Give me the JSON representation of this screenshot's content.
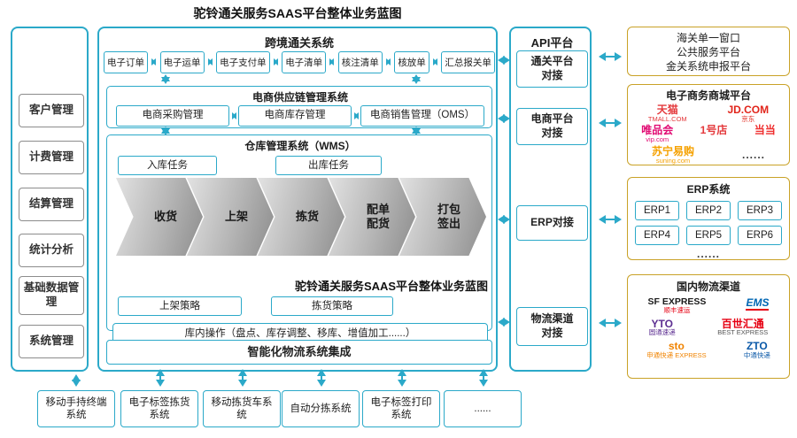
{
  "page": {
    "title": "驼铃通关服务SAAS平台整体业务蓝图",
    "watermark": "驼铃通关服务SAAS平台整体业务蓝图"
  },
  "colors": {
    "teal": "#2ba9c9",
    "gold": "#c9a227"
  },
  "sidebar": {
    "items": [
      "客户管理",
      "计费管理",
      "结算管理",
      "统计分析",
      "基础数据管理",
      "系统管理"
    ]
  },
  "customs": {
    "title": "跨境通关系统",
    "items": [
      "电子订单",
      "电子运单",
      "电子支付单",
      "电子清单",
      "核注清单",
      "核放单",
      "汇总报关单"
    ]
  },
  "scm": {
    "title": "电商供应链管理系统",
    "items": [
      "电商采购管理",
      "电商库存管理",
      "电商销售管理（OMS）"
    ]
  },
  "wms": {
    "title": "仓库管理系统（WMS）",
    "inbound": "入库任务",
    "outbound": "出库任务",
    "steps": [
      "收货",
      "上架",
      "拣货",
      "配单\n配货",
      "打包\n签出"
    ],
    "shelf_strategy": "上架策略",
    "pick_strategy": "拣货策略",
    "ops": "库内操作（盘点、库存调整、移库、增值加工......）"
  },
  "smart_logistics": "智能化物流系统集成",
  "api": {
    "title": "API平台",
    "items": [
      "通关平台\n对接",
      "电商平台\n对接",
      "ERP对接",
      "物流渠道\n对接"
    ]
  },
  "partners": {
    "customs_window": {
      "lines": [
        "海关单一窗口",
        "公共服务平台",
        "金关系统申报平台"
      ]
    },
    "mall": {
      "title": "电子商务商城平台",
      "logos": [
        {
          "main": "天猫",
          "sub": "TMALL.COM",
          "color": "#e4393c"
        },
        {
          "main": "JD.COM",
          "sub": "京东",
          "color": "#e1251b"
        },
        {
          "main": "唯品会",
          "sub": "vip.com",
          "color": "#e10b73"
        },
        {
          "main": "1号店",
          "sub": "",
          "color": "#e4393c"
        },
        {
          "main": "当当",
          "sub": "",
          "color": "#ef2f2f"
        },
        {
          "main": "苏宁易购",
          "sub": "suning.com",
          "color": "#f5a100"
        }
      ],
      "more": "......"
    },
    "erp": {
      "title": "ERP系统",
      "items": [
        "ERP1",
        "ERP2",
        "ERP3",
        "ERP4",
        "ERP5",
        "ERP6"
      ],
      "more": "......"
    },
    "logistics": {
      "title": "国内物流渠道",
      "logos": [
        {
          "main": "SF EXPRESS",
          "sub": "顺丰速运",
          "color": "#1a1a1a"
        },
        {
          "main": "EMS",
          "sub": "",
          "color": "#0066b3"
        },
        {
          "main": "YTO",
          "sub": "圆通速递",
          "color": "#5c2e91"
        },
        {
          "main": "百世汇通",
          "sub": "BEST EXPRESS",
          "color": "#e60012"
        },
        {
          "main": "sto",
          "sub": "申通快递 EXPRESS",
          "color": "#f08300"
        },
        {
          "main": "ZTO",
          "sub": "中通快递",
          "color": "#0b59a8"
        }
      ]
    }
  },
  "bottom": {
    "items": [
      "移动手持终端系统",
      "电子标签拣货系统",
      "移动拣货车系统",
      "自动分拣系统",
      "电子标签打印系统",
      "......"
    ]
  }
}
